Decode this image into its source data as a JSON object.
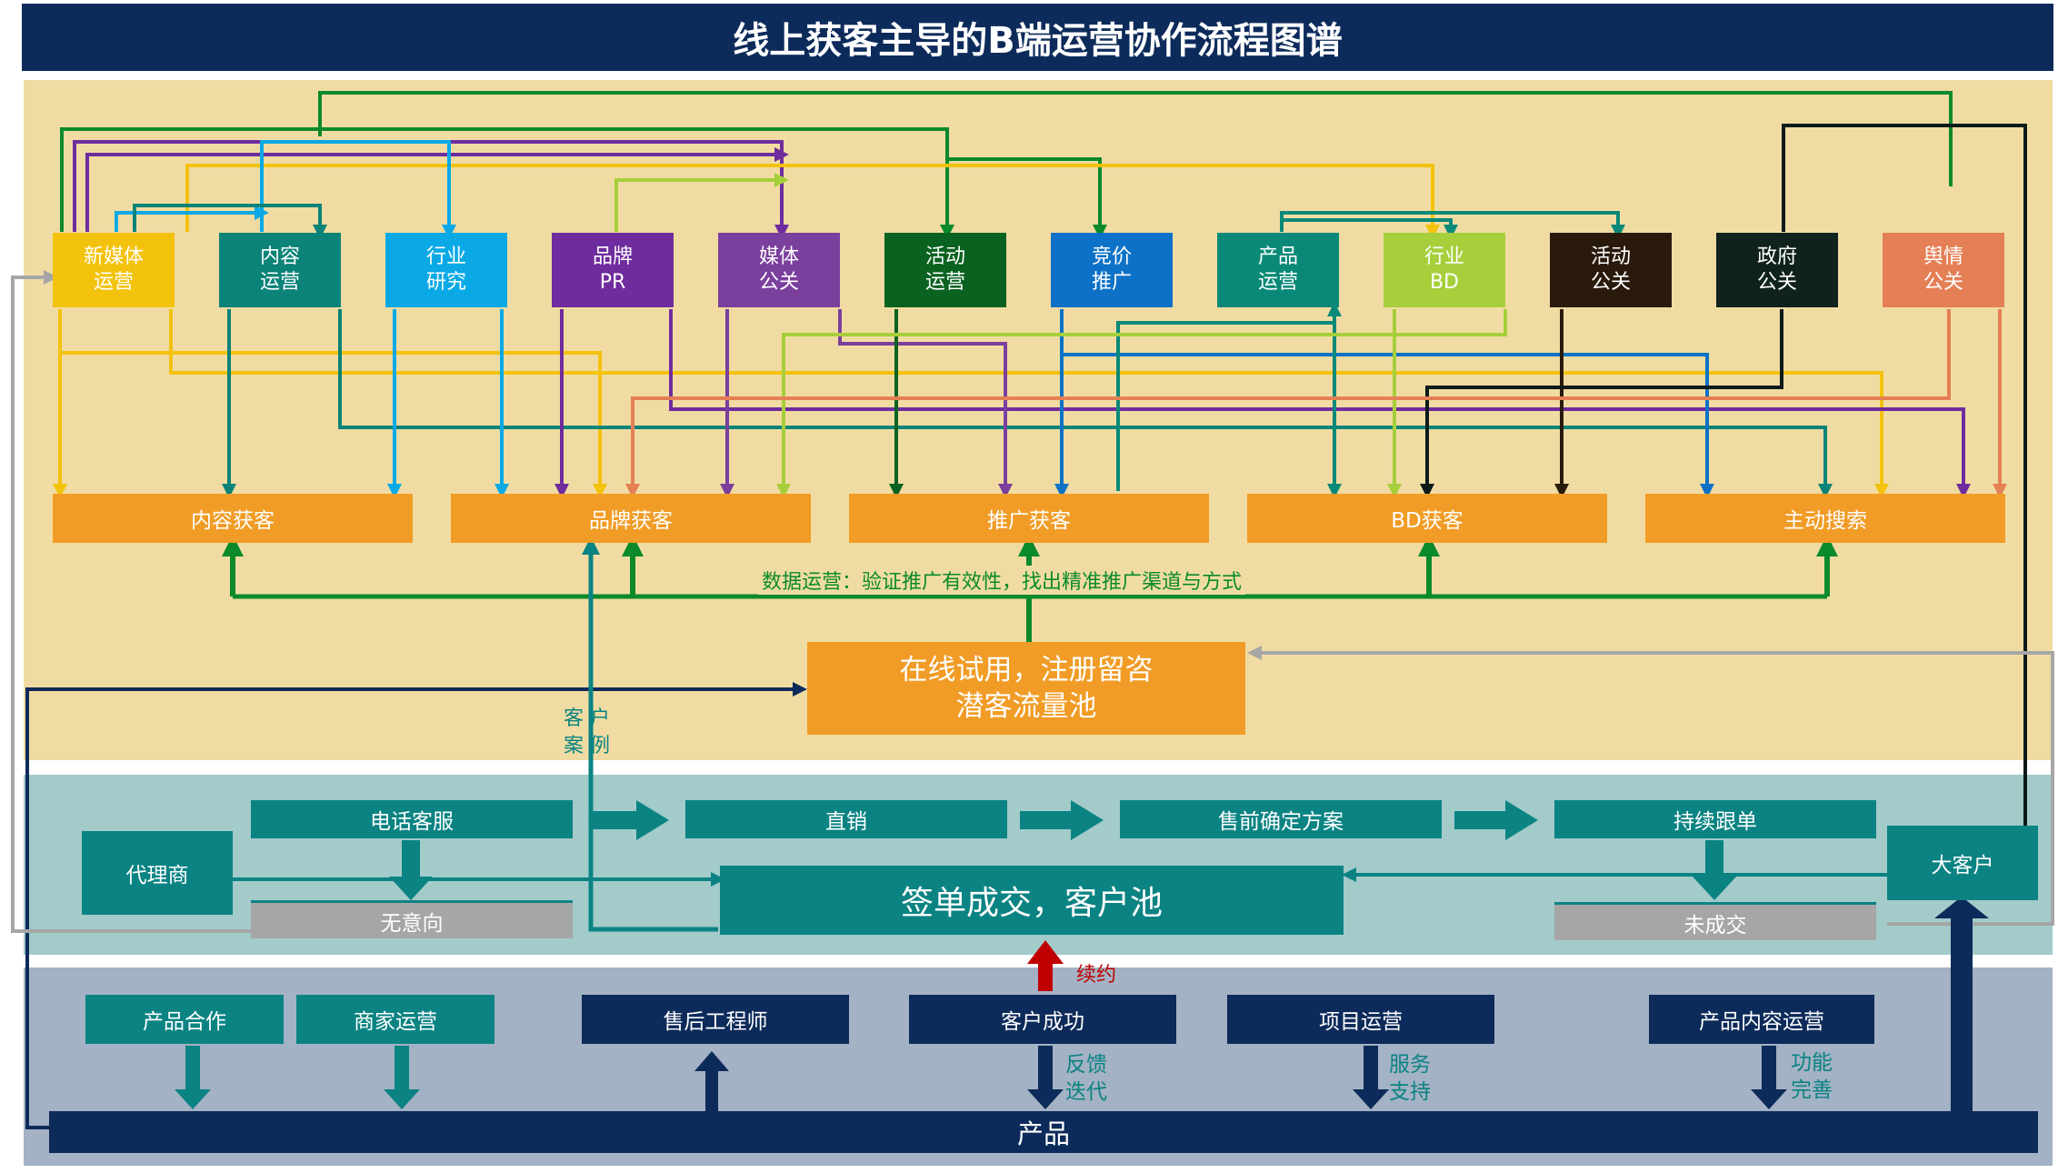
{
  "title": "线上获客主导的B端运营协作流程图谱",
  "departments": [
    {
      "id": "xinmeiti",
      "line1": "新媒体",
      "line2": "运营",
      "color": "#f3c20d"
    },
    {
      "id": "neirong",
      "line1": "内容",
      "line2": "运营",
      "color": "#0b8378"
    },
    {
      "id": "hangye-yanjiu",
      "line1": "行业",
      "line2": "研究",
      "color": "#0aa9e6"
    },
    {
      "id": "pinpai-pr",
      "line1": "品牌",
      "line2": "PR",
      "color": "#6f2c9e"
    },
    {
      "id": "meiti-gongguan",
      "line1": "媒体",
      "line2": "公关",
      "color": "#7b3f9d"
    },
    {
      "id": "huodong-yunying",
      "line1": "活动",
      "line2": "运营",
      "color": "#0a6220"
    },
    {
      "id": "jingjia-tuiguang",
      "line1": "竞价",
      "line2": "推广",
      "color": "#0d72c7"
    },
    {
      "id": "chanpin-yunying",
      "line1": "产品",
      "line2": "运营",
      "color": "#0a8978"
    },
    {
      "id": "hangye-bd",
      "line1": "行业",
      "line2": "BD",
      "color": "#a6cf3b"
    },
    {
      "id": "huodong-gongguan",
      "line1": "活动",
      "line2": "公关",
      "color": "#2a1a0c"
    },
    {
      "id": "zhengfu-gongguan",
      "line1": "政府",
      "line2": "公关",
      "color": "#10221e"
    },
    {
      "id": "yuqing-gongguan",
      "line1": "舆情",
      "line2": "公关",
      "color": "#e57f55"
    }
  ],
  "channels": [
    "内容获客",
    "品牌获客",
    "推广获客",
    "BD获客",
    "主动搜索"
  ],
  "data_ops_note": "数据运营：验证推广有效性，找出精准推广渠道与方式",
  "pool": {
    "line1": "在线试用，注册留咨",
    "line2": "潜客流量池"
  },
  "case_label": {
    "line1": "客 户",
    "line2": "案 例"
  },
  "sales": {
    "agent": "代理商",
    "phone_service": "电话客服",
    "no_intent": "无意向",
    "direct_sales": "直销",
    "presales": "售前确定方案",
    "follow_up": "持续跟单",
    "not_closed": "未成交",
    "key_account": "大客户",
    "deal_pool": "签单成交，客户池"
  },
  "renew": "续约",
  "bottom": {
    "product_coop": "产品合作",
    "merchant_ops": "商家运营",
    "after_sales": "售后工程师",
    "customer_success": "客户成功",
    "project_ops": "项目运营",
    "product_content_ops": "产品内容运营",
    "product_bar": "产品",
    "feedback": {
      "line1": "反馈",
      "line2": "迭代"
    },
    "service": {
      "line1": "服务",
      "line2": "支持"
    },
    "feature": {
      "line1": "功能",
      "line2": "完善"
    }
  },
  "colors": {
    "navy": "#0d2b5a",
    "orange": "#f19c26",
    "teal": "#0b8383",
    "green": "#0a8a2a",
    "red": "#c00000",
    "grey": "#a6a6a6"
  }
}
